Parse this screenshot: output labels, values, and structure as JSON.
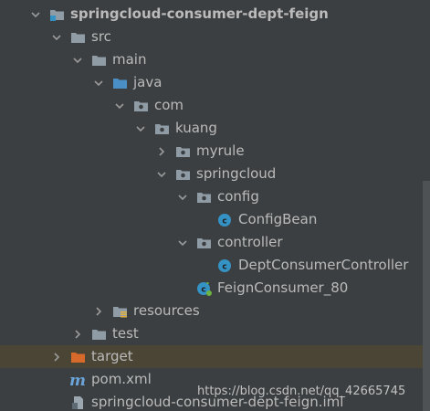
{
  "tree": [
    {
      "label": "springcloud-consumer-dept-feign",
      "level": 0,
      "toggle": "down",
      "icon": "module-folder-icon",
      "bold": true,
      "selected": false
    },
    {
      "label": "src",
      "level": 1,
      "toggle": "down",
      "icon": "folder-icon",
      "bold": false,
      "selected": false
    },
    {
      "label": "main",
      "level": 2,
      "toggle": "down",
      "icon": "folder-icon",
      "bold": false,
      "selected": false
    },
    {
      "label": "java",
      "level": 3,
      "toggle": "down",
      "icon": "source-folder-icon",
      "bold": false,
      "selected": false
    },
    {
      "label": "com",
      "level": 4,
      "toggle": "down",
      "icon": "package-icon",
      "bold": false,
      "selected": false
    },
    {
      "label": "kuang",
      "level": 5,
      "toggle": "down",
      "icon": "package-icon",
      "bold": false,
      "selected": false
    },
    {
      "label": "myrule",
      "level": 6,
      "toggle": "right",
      "icon": "package-icon",
      "bold": false,
      "selected": false
    },
    {
      "label": "springcloud",
      "level": 6,
      "toggle": "down",
      "icon": "package-icon",
      "bold": false,
      "selected": false
    },
    {
      "label": "config",
      "level": 7,
      "toggle": "down",
      "icon": "package-icon",
      "bold": false,
      "selected": false
    },
    {
      "label": "ConfigBean",
      "level": 8,
      "toggle": "none",
      "icon": "java-class-icon",
      "bold": false,
      "selected": false
    },
    {
      "label": "controller",
      "level": 7,
      "toggle": "down",
      "icon": "package-icon",
      "bold": false,
      "selected": false
    },
    {
      "label": "DeptConsumerController",
      "level": 8,
      "toggle": "none",
      "icon": "java-class-icon",
      "bold": false,
      "selected": false
    },
    {
      "label": "FeignConsumer_80",
      "level": 7,
      "toggle": "none",
      "icon": "spring-boot-class-icon",
      "bold": false,
      "selected": false
    },
    {
      "label": "resources",
      "level": 3,
      "toggle": "right",
      "icon": "resources-folder-icon",
      "bold": false,
      "selected": false
    },
    {
      "label": "test",
      "level": 2,
      "toggle": "right",
      "icon": "folder-icon",
      "bold": false,
      "selected": false
    },
    {
      "label": "target",
      "level": 1,
      "toggle": "right",
      "icon": "excluded-folder-icon",
      "bold": false,
      "selected": true
    },
    {
      "label": "pom.xml",
      "level": 1,
      "toggle": "none",
      "icon": "maven-icon",
      "bold": false,
      "selected": false
    },
    {
      "label": "springcloud-consumer-dept-feign.iml",
      "level": 1,
      "toggle": "none",
      "icon": "iml-file-icon",
      "bold": false,
      "selected": false
    }
  ],
  "watermark": "https://blog.csdn.net/qq_42665745",
  "colors": {
    "background": "#3c3f41",
    "text": "#bbbbbb",
    "selected_row": "#4b4536",
    "folder": "#8f9ba5",
    "source_folder": "#4a8fc6",
    "excluded_folder": "#d7692b",
    "class_icon": "#3592c4",
    "maven": "#6aa4d8"
  }
}
